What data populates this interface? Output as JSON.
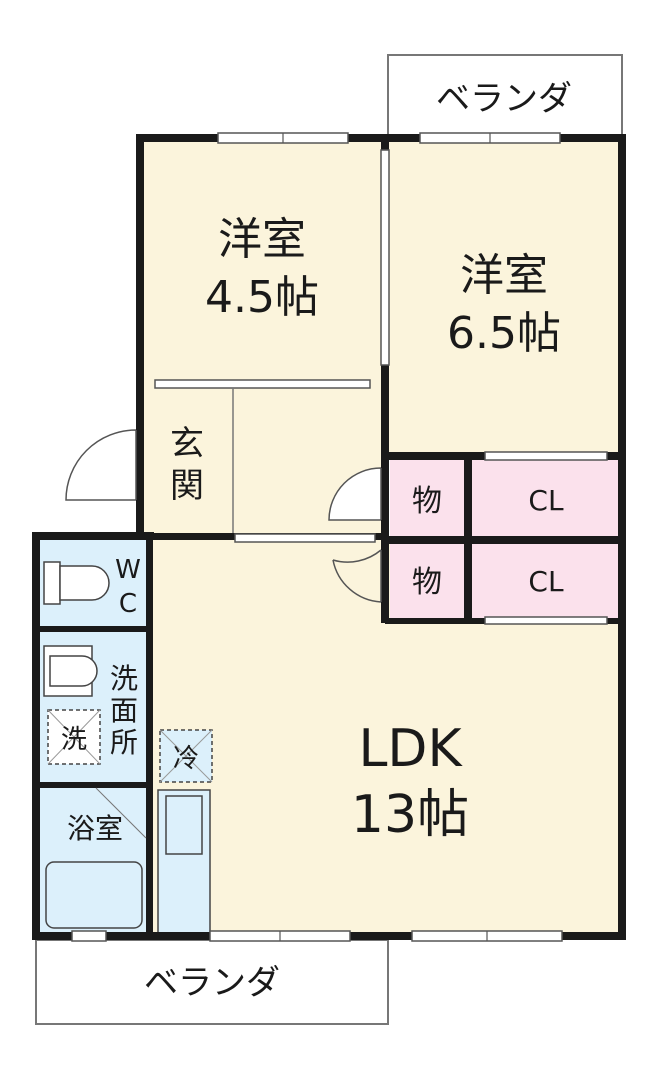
{
  "colors": {
    "wall": "#1a1a1a",
    "room_fill": "#fbf4dc",
    "wet_fill": "#dcf0fb",
    "storage_fill": "#fbe1ec",
    "balcony_fill": "#ffffff"
  },
  "rooms": {
    "western_small": {
      "name": "洋室",
      "size": "4.5帖"
    },
    "western_large": {
      "name": "洋室",
      "size": "6.5帖"
    },
    "entrance": {
      "name_top": "玄",
      "name_bottom": "関"
    },
    "storage_upper": {
      "label": "物"
    },
    "closet_upper": {
      "label": "CL"
    },
    "storage_lower": {
      "label": "物"
    },
    "closet_lower": {
      "label": "CL"
    },
    "toilet": {
      "label_top": "W",
      "label_bottom": "C"
    },
    "washroom": {
      "label_1": "洗",
      "label_2": "面",
      "label_3": "所"
    },
    "washer": {
      "label": "洗"
    },
    "fridge": {
      "label": "冷"
    },
    "bath": {
      "label": "浴室"
    },
    "ldk": {
      "name": "LDK",
      "size": "13帖"
    }
  },
  "balconies": {
    "top": {
      "label": "ベランダ"
    },
    "bottom": {
      "label": "ベランダ"
    }
  }
}
